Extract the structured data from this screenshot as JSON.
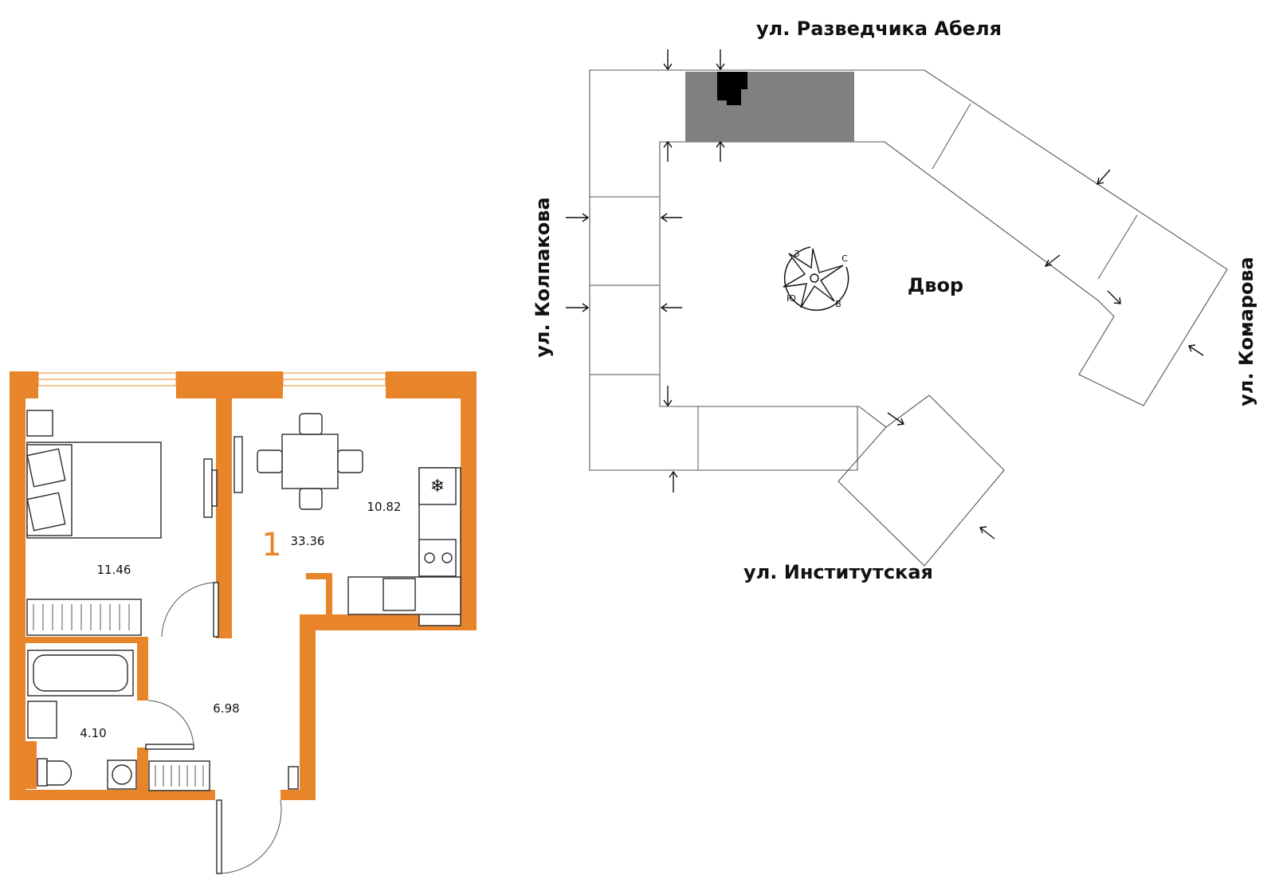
{
  "plan": {
    "rooms_count": "1",
    "total_area": "33.36",
    "rooms": [
      {
        "name": "bedroom",
        "area": "11.46"
      },
      {
        "name": "kitchen",
        "area": "10.82"
      },
      {
        "name": "hallway",
        "area": "6.98"
      },
      {
        "name": "bathroom",
        "area": "4.10"
      }
    ]
  },
  "site": {
    "streets": {
      "north": "ул. Разведчика Абеля",
      "west": "ул. Колпакова",
      "east": "ул. Комарова",
      "south": "ул. Институтская"
    },
    "yard_label": "Двор",
    "compass": {
      "n": "С",
      "e": "В",
      "s": "Ю",
      "w": "З"
    }
  },
  "colors": {
    "wall": "#e8852b",
    "highlight_section": "#808080",
    "apartment_marker": "#000000"
  }
}
